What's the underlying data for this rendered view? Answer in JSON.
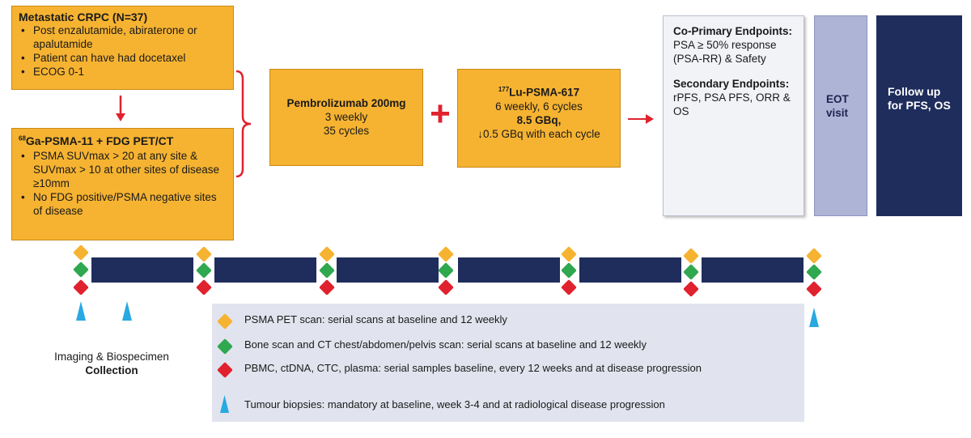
{
  "colors": {
    "orange": "#f6b331",
    "navy": "#1f2d5c",
    "lavender": "#aeb4d6",
    "red": "#e0222e",
    "green": "#2fa84f",
    "cyan": "#29a9e1"
  },
  "eligibility": {
    "title": "Metastatic CRPC (N=37)",
    "bullets": [
      "Post enzalutamide, abiraterone or apalutamide",
      "Patient can have had docetaxel",
      "ECOG 0-1"
    ]
  },
  "screening": {
    "title_sup": "68",
    "title": "Ga-PSMA-11 + FDG PET/CT",
    "bullets": [
      "PSMA SUVmax > 20 at any site & SUVmax > 10 at other sites of disease ≥10mm",
      "No FDG positive/PSMA negative sites of disease"
    ]
  },
  "pembro": {
    "title": "Pembrolizumab 200mg",
    "line1": "3 weekly",
    "line2": "35 cycles"
  },
  "plus_symbol": "+",
  "lu": {
    "title_sup": "177",
    "title": "Lu-PSMA-617",
    "line1": "6 weekly, 6 cycles",
    "line2": "8.5 GBq,",
    "line3": "↓0.5 GBq with each cycle"
  },
  "endpoints": {
    "primary_heading": "Co-Primary Endpoints:",
    "primary_text": "PSA ≥ 50% response (PSA-RR) & Safety",
    "secondary_heading": "Secondary Endpoints:",
    "secondary_text": "rPFS, PSA PFS, ORR & OS"
  },
  "eot": {
    "label": "EOT visit"
  },
  "followup": {
    "label": "Follow up for PFS, OS"
  },
  "imaging_label": {
    "line1": "Imaging & Biospecimen",
    "line2": "Collection"
  },
  "legend": [
    {
      "icon": "yellow-diamond",
      "text": "PSMA PET scan: serial scans at baseline and 12 weekly"
    },
    {
      "icon": "green-diamond",
      "text": "Bone scan and CT chest/abdomen/pelvis scan: serial scans at baseline and 12 weekly"
    },
    {
      "icon": "red-diamond",
      "text": "PBMC, ctDNA, CTC, plasma: serial samples baseline, every 12 weeks and at disease progression"
    },
    {
      "icon": "cyan-triangle",
      "text": "Tumour biopsies: mandatory at baseline, week 3-4 and at radiological disease progression"
    }
  ]
}
